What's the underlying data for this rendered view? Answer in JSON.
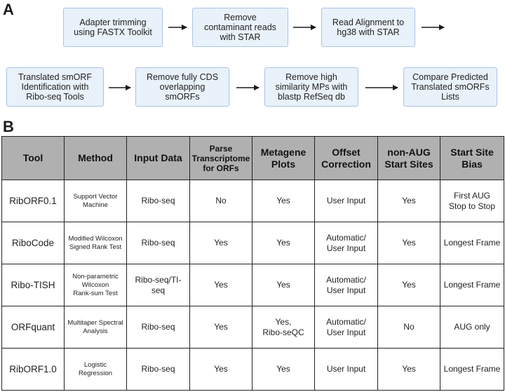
{
  "panel_a": {
    "label": "A",
    "row1": [
      "Adapter trimming\nusing FASTX Toolkit",
      "Remove\ncontaminant reads\nwith STAR",
      "Read Alignment to\nhg38 with STAR"
    ],
    "row2": [
      "Translated smORF\nIdentification with\nRibo-seq Tools",
      "Remove fully CDS\noverlapping\nsmORFs",
      "Remove high\nsimilarity MPs with\nblastp RefSeq db",
      "Compare Predicted\nTranslated smORFs\nLists"
    ]
  },
  "panel_b": {
    "label": "B",
    "headers": [
      "Tool",
      "Method",
      "Input Data",
      "Parse\nTranscriptome\nfor ORFs",
      "Metagene\nPlots",
      "Offset\nCorrection",
      "non-AUG\nStart Sites",
      "Start Site\nBias"
    ],
    "rows": [
      [
        "RibORF0.1",
        "Support Vector\nMachine",
        "Ribo-seq",
        "No",
        "Yes",
        "User Input",
        "Yes",
        "First AUG\nStop to Stop"
      ],
      [
        "RiboCode",
        "Modified Wilcoxon\nSigned Rank Test",
        "Ribo-seq",
        "Yes",
        "Yes",
        "Automatic/\nUser Input",
        "Yes",
        "Longest Frame"
      ],
      [
        "Ribo-TISH",
        "Non-parametric\nWilcoxon\nRank-sum Test",
        "Ribo-seq/TI-seq",
        "Yes",
        "Yes",
        "Automatic/\nUser Input",
        "Yes",
        "Longest Frame"
      ],
      [
        "ORFquant",
        "Multitaper Spectral\nAnalysis",
        "Ribo-seq",
        "Yes",
        "Yes,\nRibo-seQC",
        "Automatic/\nUser Input",
        "No",
        "AUG only"
      ],
      [
        "RibORF1.0",
        "Logistic\nRegression",
        "Ribo-seq",
        "Yes",
        "Yes",
        "User Input",
        "Yes",
        "Longest Frame"
      ]
    ]
  },
  "colors": {
    "box_fill": "#e9f1fa",
    "box_border": "#a8c4e6",
    "header_fill": "#b0b0b0",
    "arrow": "#1a1a1a"
  }
}
